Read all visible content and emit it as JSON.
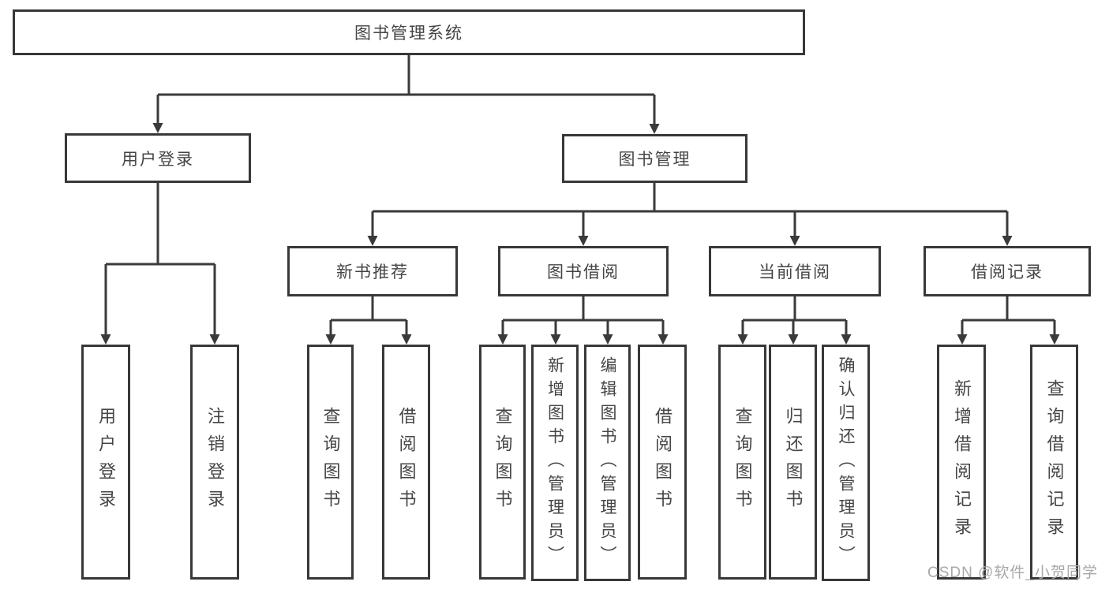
{
  "tree": {
    "label": "图书管理系统",
    "children": [
      {
        "label": "用户登录",
        "children": [
          {
            "label": "用户登录"
          },
          {
            "label": "注销登录"
          }
        ]
      },
      {
        "label": "图书管理",
        "children": [
          {
            "label": "新书推荐",
            "children": [
              {
                "label": "查询图书"
              },
              {
                "label": "借阅图书"
              }
            ]
          },
          {
            "label": "图书借阅",
            "children": [
              {
                "label": "查询图书"
              },
              {
                "label": "新增图书（管理员）"
              },
              {
                "label": "编辑图书（管理员）"
              },
              {
                "label": "借阅图书"
              }
            ]
          },
          {
            "label": "当前借阅",
            "children": [
              {
                "label": "查询图书"
              },
              {
                "label": "归还图书"
              },
              {
                "label": "确认归还（管理员）"
              }
            ]
          },
          {
            "label": "借阅记录",
            "children": [
              {
                "label": "新增借阅记录"
              },
              {
                "label": "查询借阅记录"
              }
            ]
          }
        ]
      }
    ]
  },
  "watermark": {
    "text": "CSDN @软件_小贺同学"
  },
  "colors": {
    "line": "#3a3a3a",
    "box_border": "#383838",
    "text": "#454545",
    "watermark": "#a8a8a8",
    "background": "#ffffff"
  }
}
